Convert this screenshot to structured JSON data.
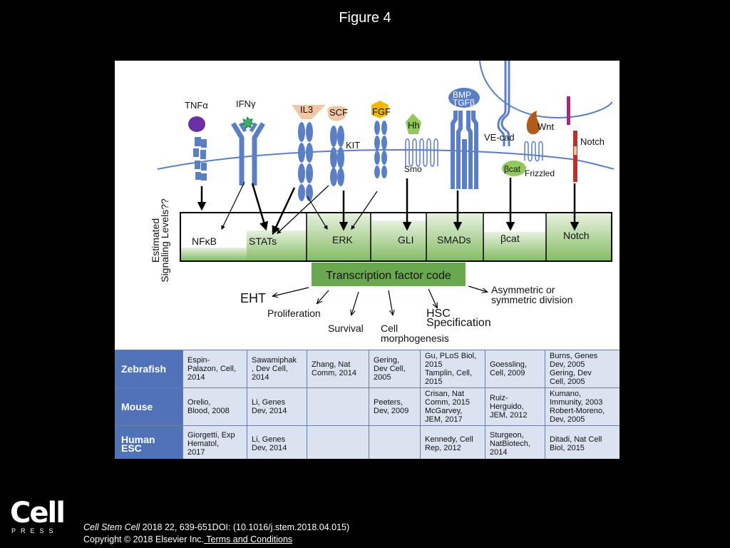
{
  "slide_title": "Figure 4",
  "figure": {
    "ligands": {
      "tnf": "TNFα",
      "ifn": "IFNγ",
      "il3": "IL3",
      "scf": "SCF",
      "fgf": "FGF",
      "hh": "Hh",
      "bmp": "BMP",
      "tgf": "TGFβ",
      "wnt": "Wnt"
    },
    "receptors": {
      "kit": "KIT",
      "smo": "Smo",
      "vecad": "VE-cad",
      "bcat": "βcat",
      "frizzled": "Frizzled",
      "notch": "Notch"
    },
    "side_label_line1": "Estimated",
    "side_label_line2": "Signaling Levels??",
    "pathways": [
      "NFκB",
      "STATs",
      "ERK",
      "GLI",
      "SMADs",
      "βcat",
      "Notch"
    ],
    "tf_code": "Transcription factor code",
    "outcomes": {
      "eht": "EHT",
      "proliferation": "Proliferation",
      "survival": "Survival",
      "cell_morph_1": "Cell",
      "cell_morph_2": "morphogenesis",
      "hsc_1": "HSC",
      "hsc_2": "Specification",
      "asym_1": "Asymmetric or",
      "asym_2": "symmetric division"
    },
    "colors": {
      "receptor_blue": "#5b7fc4",
      "bar_green": "#8cc170",
      "tf_box_green": "#6aa84f",
      "table_header_blue": "#4f73b6",
      "table_cell_blue": "#dbe3f0",
      "tnf_purple": "#6b2fa6",
      "ligand_peach": "#f3c7a5",
      "fgf_yellow": "#f2b705",
      "hh_green": "#93c85d",
      "wnt_brown": "#b05a1c",
      "notch_magenta": "#b0247e",
      "notch_red": "#c0302a"
    }
  },
  "table": [
    {
      "species": "Zebrafish",
      "cells": [
        "Espin-\nPalazon, Cell,\n2014",
        "Sawamiphak\n, Dev Cell,\n2014",
        "Zhang, Nat\nComm, 2014",
        "Gering,\nDev Cell,\n2005",
        "Gu, PLoS Biol,\n2015\nTamplin, Cell,\n2015",
        "Goessling,\nCell, 2009",
        "Burns, Genes\nDev, 2005\nGering, Dev\nCell, 2005"
      ]
    },
    {
      "species": "Mouse",
      "cells": [
        "Orelio,\nBlood, 2008",
        "Li, Genes\nDev, 2014",
        "",
        "Peeters,\nDev, 2009",
        "Crisan, Nat\nComm, 2015\nMcGarvey,\nJEM, 2017",
        "Ruiz-\nHerguido,\nJEM, 2012",
        "Kumano,\nImmunity, 2003\nRobert-Moreno,\nDev, 2005"
      ]
    },
    {
      "species": "Human ESC",
      "cells": [
        "Giorgetti, Exp\nHematol,\n2017",
        "Li, Genes\nDev, 2014",
        "",
        "",
        "Kennedy, Cell\nRep, 2012",
        "Sturgeon,\nNatBiotech,\n2014",
        "Ditadi, Nat Cell\nBiol, 2015"
      ]
    }
  ],
  "logo": {
    "word": "Cell",
    "press": "PRESS"
  },
  "citation": {
    "journal": "Cell Stem Cell",
    "ref": " 2018 22, 639-651DOI: (10.1016/j.stem.2018.04.015)",
    "copyright": "Copyright © 2018 Elsevier Inc.",
    "link": " Terms and Conditions"
  }
}
